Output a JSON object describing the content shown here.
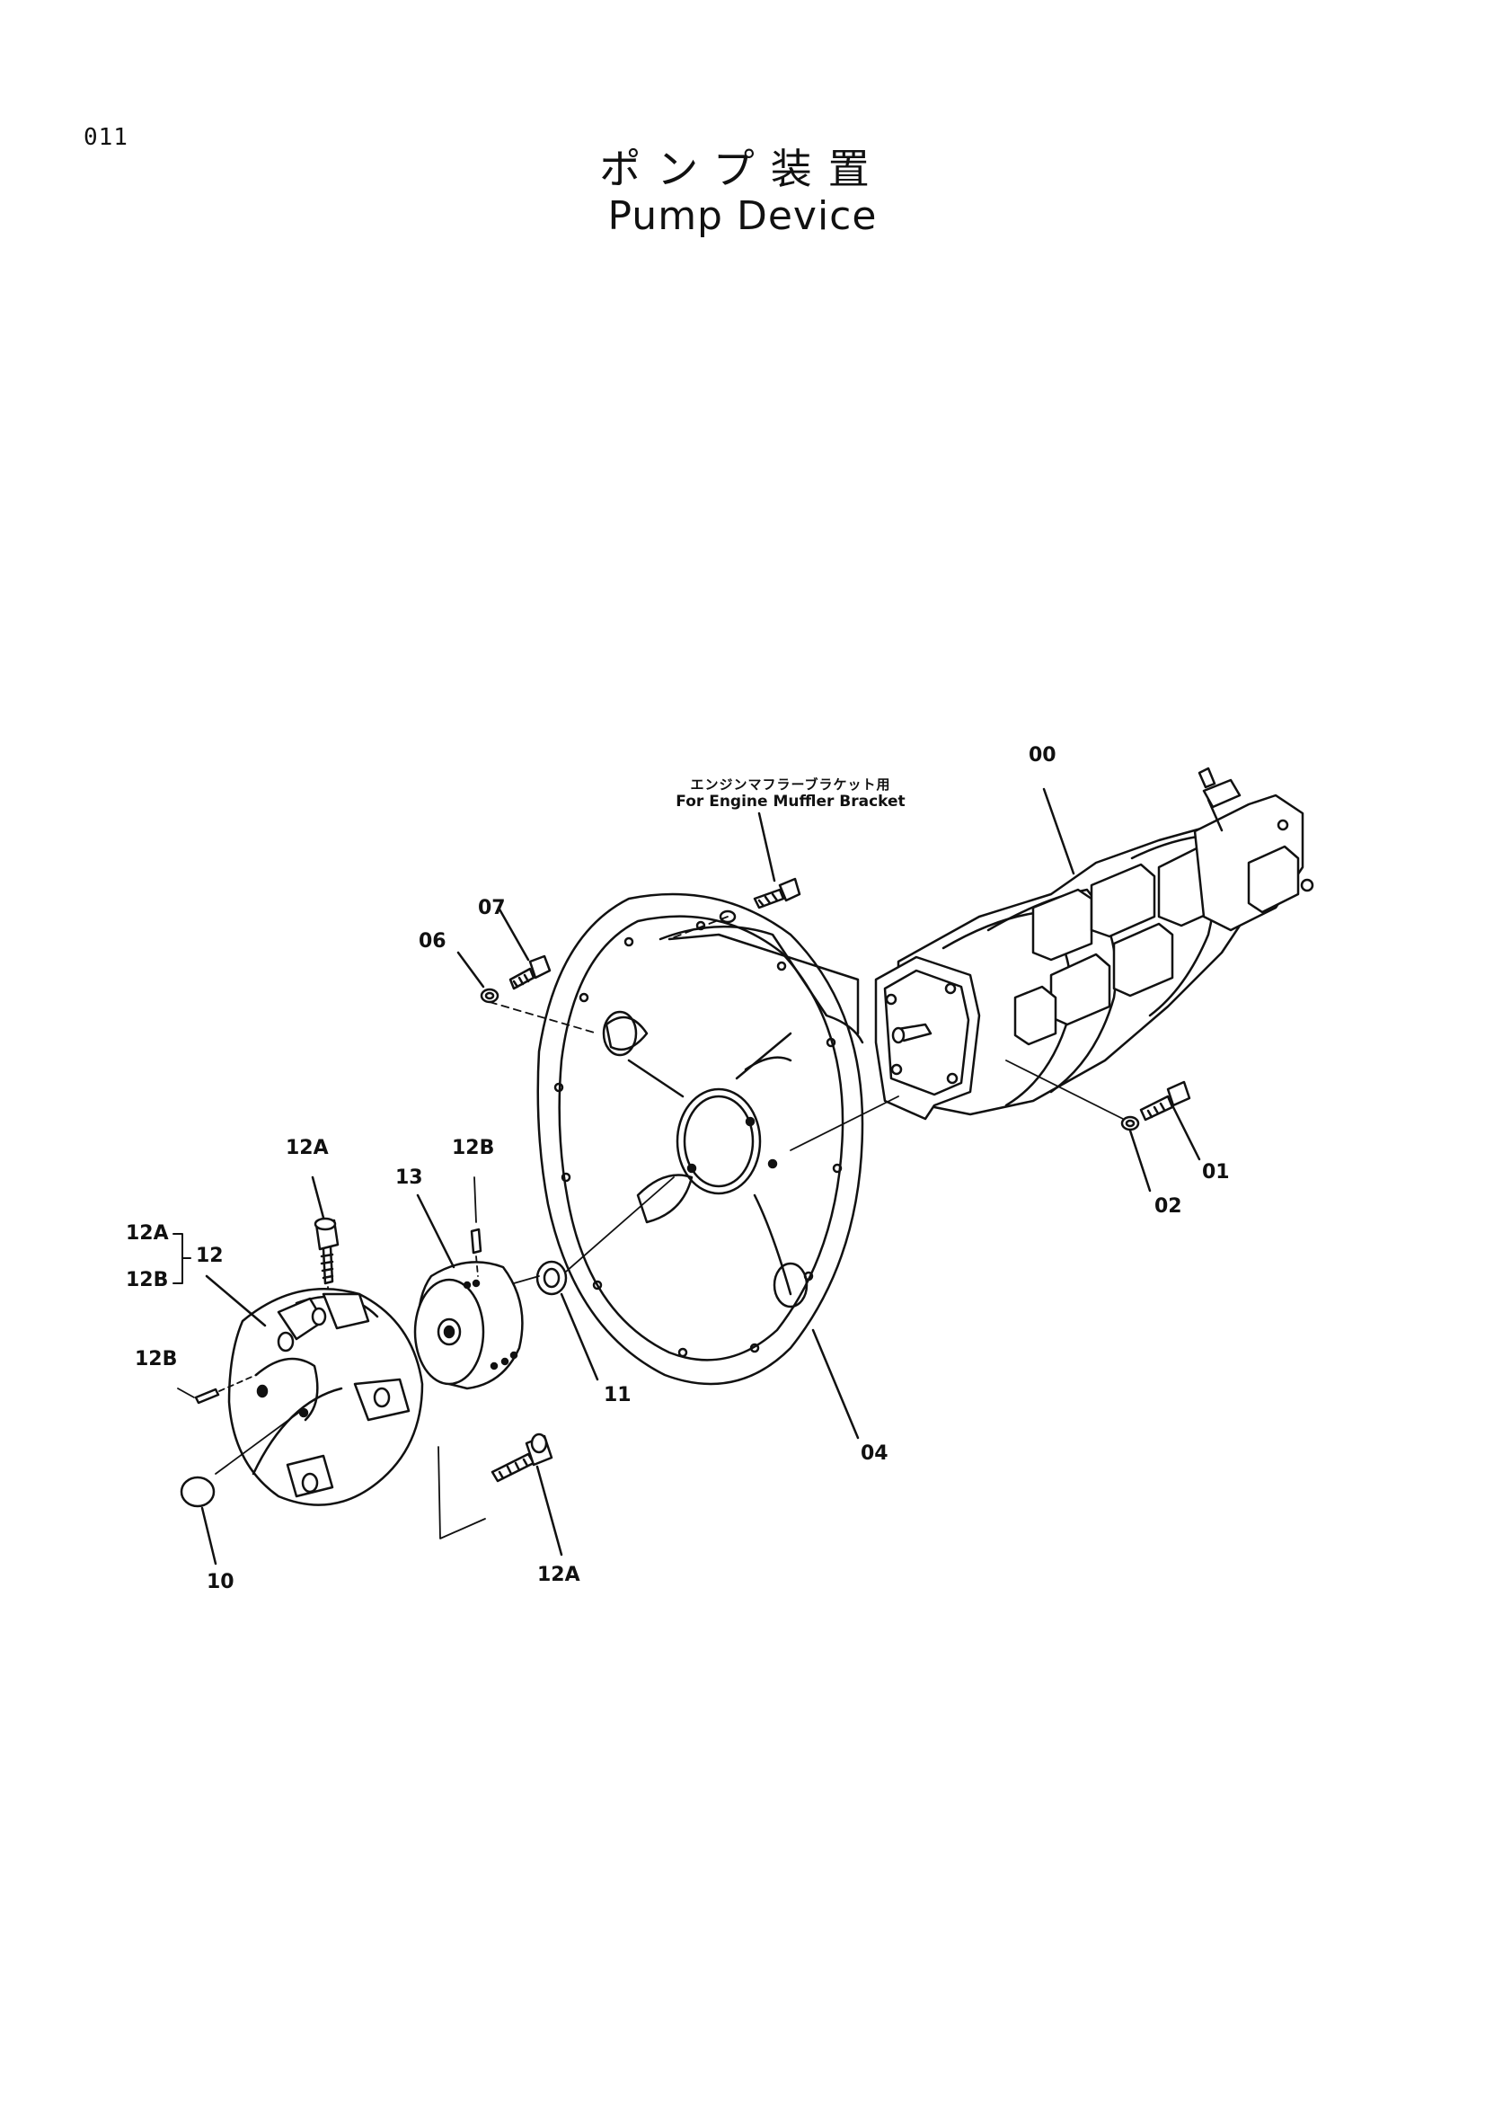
{
  "page": {
    "number": "011",
    "title_jp": "ポンプ装置",
    "title_en": "Pump Device"
  },
  "note": {
    "jp": "エンジンマフラーブラケット用",
    "en": "For Engine Muffler Bracket"
  },
  "labels": {
    "l00": "00",
    "l01": "01",
    "l02": "02",
    "l04": "04",
    "l06": "06",
    "l07": "07",
    "l10": "10",
    "l11": "11",
    "l12": "12",
    "l13": "13",
    "l12a_top": "12A",
    "l12b_top": "12B",
    "l12a_group": "12A",
    "l12b_group": "12B",
    "l12b_left": "12B",
    "l12a_bottom": "12A"
  }
}
